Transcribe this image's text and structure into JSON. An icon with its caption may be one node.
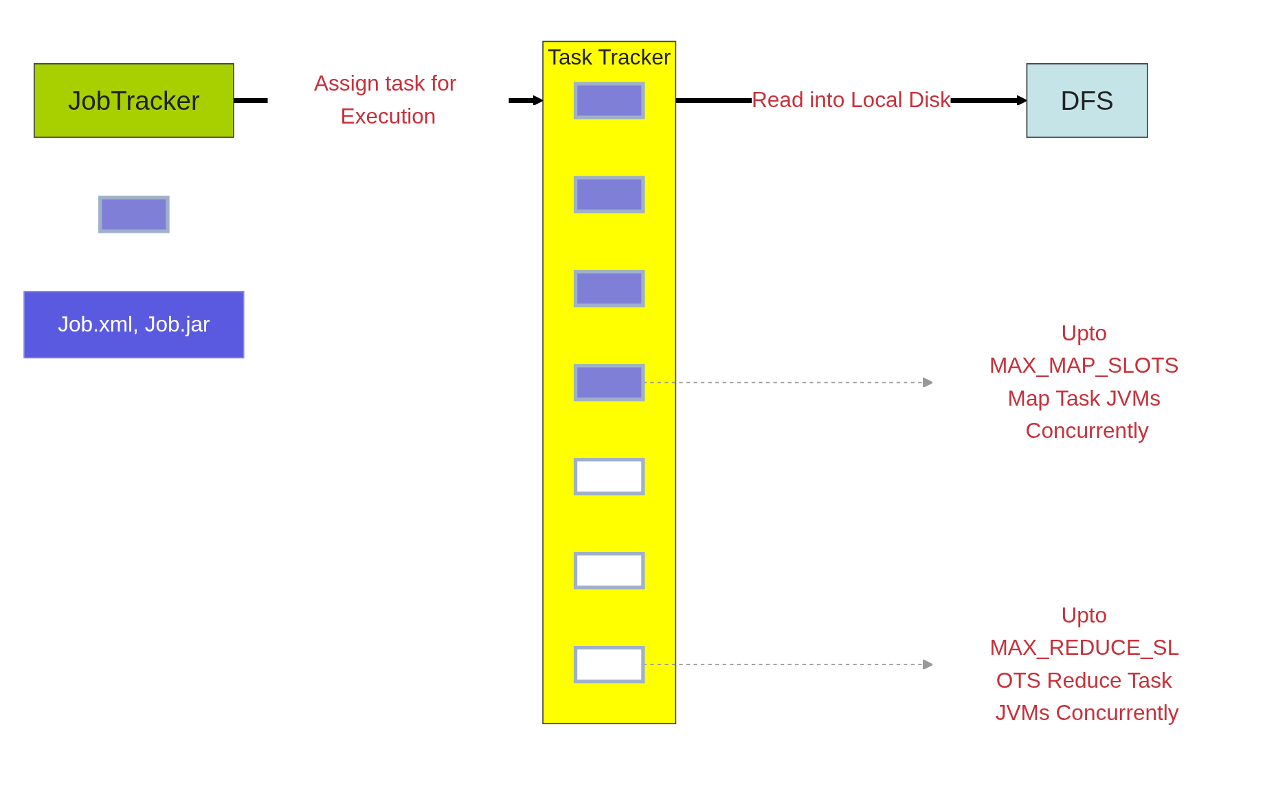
{
  "diagram": {
    "nodes": [
      {
        "text": [
          "JobTracker"
        ]
      },
      {
        "text": [
          "Task Tracker"
        ]
      },
      {
        "text": [],
        "shape": "box",
        "in": 1
      },
      {
        "text": [],
        "shape": "box",
        "in": 1
      },
      {
        "text": [],
        "shape": "box",
        "in": 1
      },
      {
        "text": [],
        "shape": "box",
        "in": 1
      },
      {
        "text": [],
        "shape": "box",
        "in": 1
      },
      {
        "text": [],
        "shape": "box",
        "in": 1
      },
      {
        "text": [],
        "shape": "box",
        "in": 1
      },
      {
        "text": [],
        "shape": "box"
      },
      {
        "text": [
          "Upto MAX_MAP_SLOTS Map Task JVMs Concurrently"
        ]
      },
      {
        "text": [
          "Upto MAX_REDUCE_SL OTS Reduce Task JVMs Concurrently"
        ]
      },
      {
        "text": [
          "DFS"
        ]
      },
      {
        "text": [
          "Job.xml, Job.jar"
        ]
      }
    ],
    "edges": [
      {
        "from": 0,
        "to": 1,
        "arrow": "to",
        "label": "Assign task for Execution",
        "style": "thick"
      },
      {
        "from": 5,
        "to": 10,
        "arrow": "to",
        "style": "dashed",
        "color": "#999999"
      },
      {
        "from": 8,
        "to": 11,
        "arrow": "to",
        "style": "dashed",
        "color": "#999999"
      },
      {
        "from": 1,
        "to": 12,
        "arrow": "to",
        "label": "Read into Local Disk",
        "style": "thick"
      }
    ]
  }
}
